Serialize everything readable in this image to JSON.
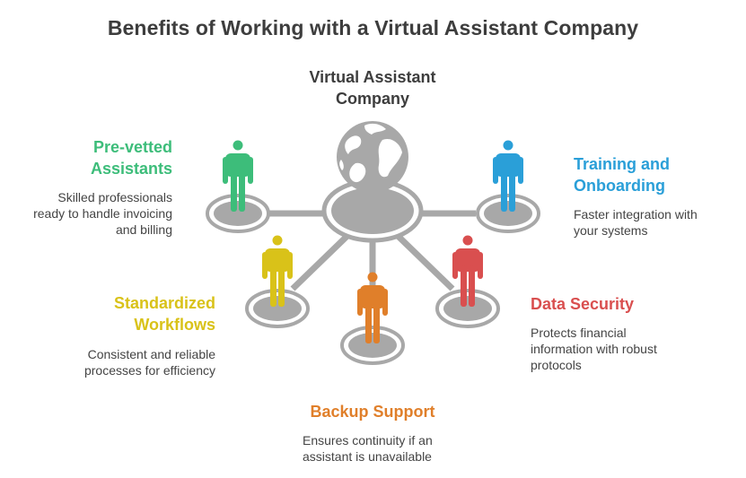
{
  "title": "Benefits of Working with a Virtual Assistant Company",
  "center": {
    "label_line1": "Virtual Assistant",
    "label_line2": "Company",
    "icon": "globe-icon"
  },
  "colors": {
    "pre_vetted": "#3dbd7a",
    "training": "#2a9fd8",
    "standardized": "#d9c219",
    "security": "#d94f4f",
    "backup": "#e07f2a",
    "node": "#a8a8a8",
    "text": "#3d3d3d"
  },
  "benefits": {
    "pre_vetted": {
      "heading_line1": "Pre-vetted",
      "heading_line2": "Assistants",
      "desc_line1": "Skilled professionals",
      "desc_line2": "ready to handle invoicing",
      "desc_line3": "and billing",
      "icon": "person-icon"
    },
    "training": {
      "heading_line1": "Training and",
      "heading_line2": "Onboarding",
      "desc_line1": "Faster integration with",
      "desc_line2": "your systems",
      "icon": "person-icon"
    },
    "standardized": {
      "heading_line1": "Standardized",
      "heading_line2": "Workflows",
      "desc_line1": "Consistent and reliable",
      "desc_line2": "processes for efficiency",
      "icon": "person-icon"
    },
    "security": {
      "heading": "Data Security",
      "desc_line1": "Protects financial",
      "desc_line2": "information with robust",
      "desc_line3": "protocols",
      "icon": "person-icon"
    },
    "backup": {
      "heading": "Backup Support",
      "desc_line1": "Ensures continuity if an",
      "desc_line2": "assistant is unavailable",
      "icon": "person-icon"
    }
  }
}
